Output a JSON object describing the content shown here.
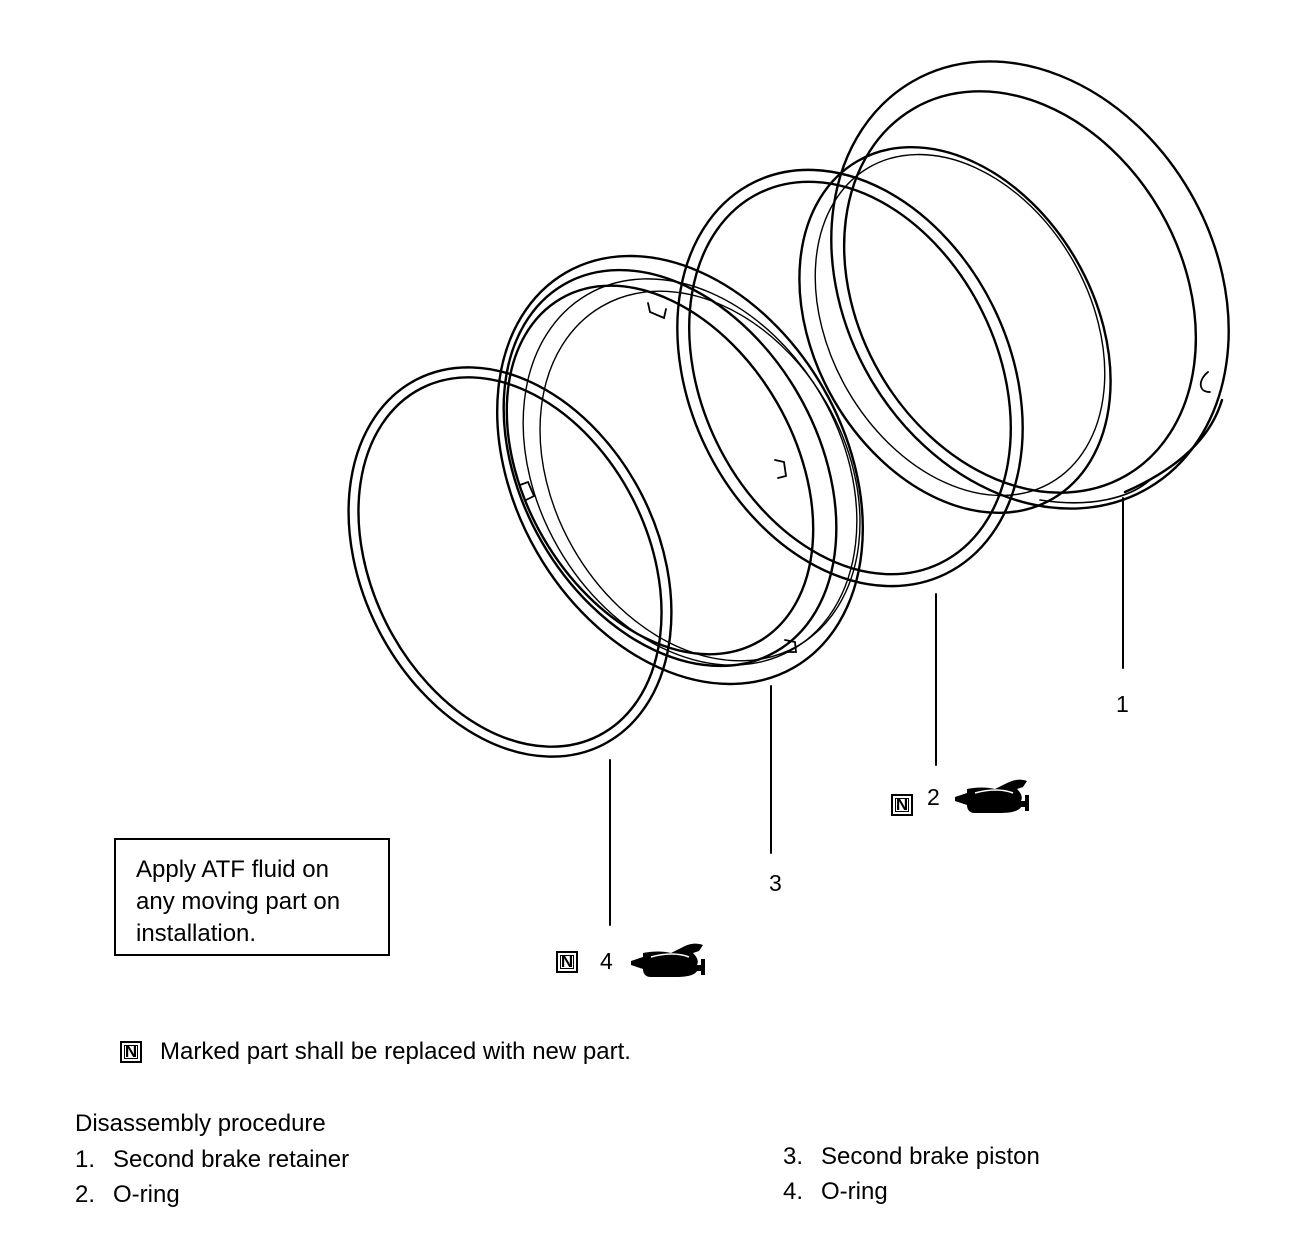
{
  "callouts": {
    "part1": "1",
    "part2": "2",
    "part3": "3",
    "part4": "4"
  },
  "new_part_mark": "N",
  "note": {
    "lines": [
      "Apply ATF fluid on",
      "any moving part on",
      "installation."
    ]
  },
  "legend": {
    "text": "Marked part shall be replaced with new part."
  },
  "procedure": {
    "title": "Disassembly procedure",
    "items": [
      {
        "num": "1.",
        "label": "Second brake retainer"
      },
      {
        "num": "2.",
        "label": "O-ring"
      },
      {
        "num": "3.",
        "label": "Second brake piston"
      },
      {
        "num": "4.",
        "label": "O-ring"
      }
    ]
  },
  "icons": {
    "lubricant": "oil-can-icon",
    "new_part": "new-part-badge-icon"
  }
}
